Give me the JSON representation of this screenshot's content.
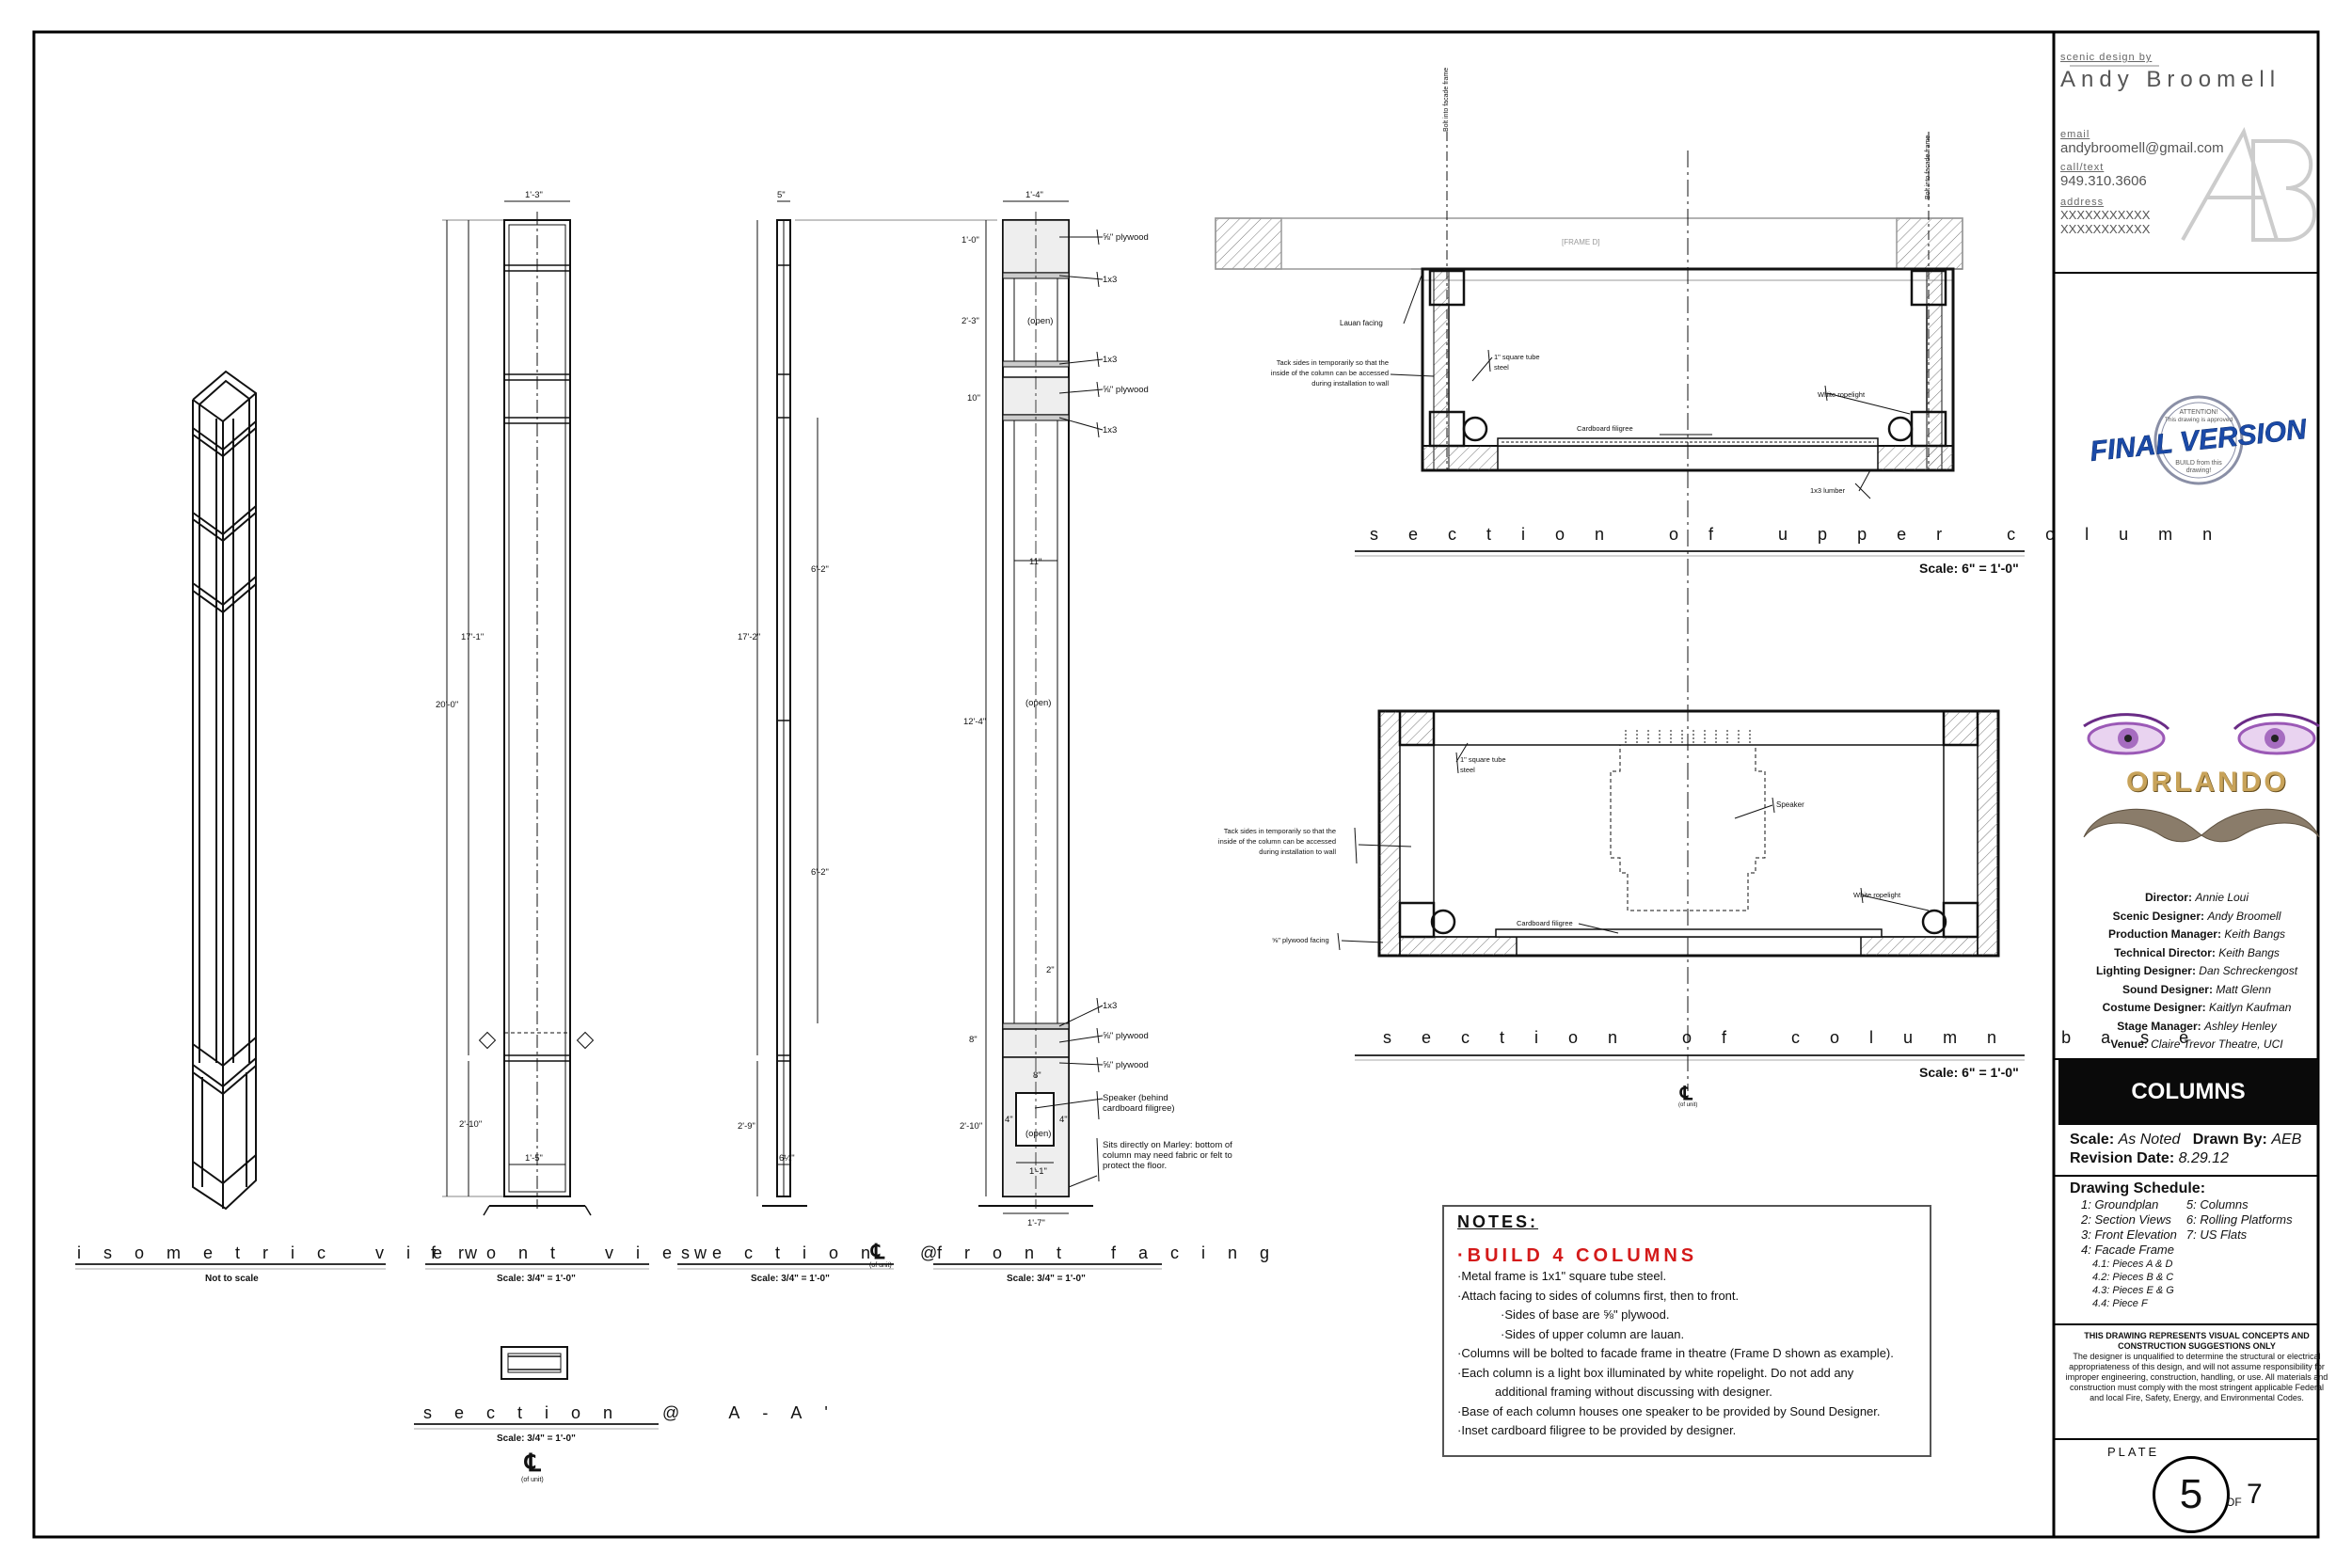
{
  "designer": {
    "credit_label": "scenic design by",
    "name": "Andy Broomell",
    "email_label": "email",
    "email": "andybroomell@gmail.com",
    "phone_label": "call/text",
    "phone": "949.310.3606",
    "address_label": "address",
    "address_line1": "XXXXXXXXXXX",
    "address_line2": "XXXXXXXXXXX",
    "monogram": "AB"
  },
  "stamp": {
    "top": "ATTENTION!",
    "line2": "This drawing is approved",
    "main": "FINAL VERSION",
    "bottom1": "BUILD from this",
    "bottom2": "drawing!"
  },
  "show_logo": "ORLANDO",
  "credits": [
    {
      "role": "Director:",
      "name": "Annie Loui"
    },
    {
      "role": "Scenic Designer:",
      "name": "Andy Broomell"
    },
    {
      "role": "Production Manager:",
      "name": "Keith Bangs"
    },
    {
      "role": "Technical Director:",
      "name": "Keith Bangs"
    },
    {
      "role": "Lighting Designer:",
      "name": "Dan Schreckengost"
    },
    {
      "role": "Sound Designer:",
      "name": "Matt Glenn"
    },
    {
      "role": "Costume Designer:",
      "name": "Kaitlyn Kaufman"
    },
    {
      "role": "Stage Manager:",
      "name": "Ashley Henley"
    },
    {
      "role": "Venue:",
      "name": "Claire Trevor Theatre, UCI"
    }
  ],
  "sheet_title": "COLUMNS",
  "scale_label": "Scale:",
  "scale_value": "As Noted",
  "drawn_label": "Drawn By:",
  "drawn_value": "AEB",
  "revision_label": "Revision Date:",
  "revision_value": "8.29.12",
  "schedule": {
    "heading": "Drawing Schedule:",
    "col1": [
      "1: Groundplan",
      "2: Section Views",
      "3: Front Elevation",
      "4: Facade Frame"
    ],
    "col1_sub": [
      "4.1: Pieces A & D",
      "4.2: Pieces B & C",
      "4.3: Pieces E & G",
      "4.4: Piece F"
    ],
    "col2": [
      "5: Columns",
      "6: Rolling Platforms",
      "7: US Flats"
    ]
  },
  "disclaimer": {
    "heading": "THIS DRAWING REPRESENTS VISUAL CONCEPTS AND CONSTRUCTION SUGGESTIONS ONLY",
    "body": "The designer is unqualified to determine the structural or electrical appropriateness of this design, and will not assume responsibility for improper engineering, construction, handling, or use. All materials and construction must comply with the most stringent applicable Federal and local Fire, Safety, Energy, and Environmental Codes."
  },
  "plate": {
    "label": "PLATE",
    "number": "5",
    "of": "OF",
    "total": "7"
  },
  "notes": {
    "heading": "NOTES:",
    "build": "·BUILD 4 COLUMNS",
    "lines": [
      {
        "text": "·Metal frame is 1x1\" square tube steel.",
        "indent": 0
      },
      {
        "text": "·Attach facing to sides of columns first, then to front.",
        "indent": 0
      },
      {
        "text": "·Sides of base are ⅝\" plywood.",
        "indent": 1
      },
      {
        "text": "·Sides of upper column are lauan.",
        "indent": 1
      },
      {
        "text": "·Columns will be bolted to facade frame in theatre (Frame D shown as example).",
        "indent": 0
      },
      {
        "text": "·Each column is a light box illuminated by white ropelight. Do not add any",
        "indent": 0
      },
      {
        "text": "additional framing without discussing with designer.",
        "indent": 2
      },
      {
        "text": "·Base of each column houses one speaker to be provided by Sound Designer.",
        "indent": 0
      },
      {
        "text": "·Inset cardboard filigree to be provided by designer.",
        "indent": 0
      }
    ]
  },
  "views": {
    "isometric": {
      "title": "isometric view",
      "scale": "Not to scale"
    },
    "front": {
      "title": "front view",
      "scale": "Scale: 3/4\" = 1'-0\""
    },
    "section_cl": {
      "title": "section @",
      "scale": "Scale: 3/4\" = 1'-0\"",
      "cl_note": "(of unit)"
    },
    "front_facing": {
      "title": "front facing",
      "scale": "Scale: 3/4\" = 1'-0\""
    },
    "section_aa": {
      "title": "section @ A-A'",
      "scale": "Scale: 3/4\" = 1'-0\"",
      "cl_note": "(of unit)"
    },
    "upper": {
      "title": "section of upper column",
      "scale": "Scale: 6\" = 1'-0\""
    },
    "base": {
      "title": "section of column base",
      "scale": "Scale: 6\" = 1'-0\"",
      "cl_note": "(of unit)"
    }
  },
  "dims": {
    "front_width": "1'-3\"",
    "front_overall": "20'-0\"",
    "front_upper": "17'-1\"",
    "front_base": "2'-10\"",
    "front_base_width": "1'-5\"",
    "sec_width": "5\"",
    "sec_upper": "17'-2\"",
    "sec_base": "2'-9\"",
    "sec_base_depth": "6¼\"",
    "ff_width": "1'-4\"",
    "ff_d1": "1'-0\"",
    "ff_d2": "2'-3\"",
    "ff_d3": "10\"",
    "ff_d4": "6'-2\"",
    "ff_d5": "12'-4\"",
    "ff_d6": "6'-2\"",
    "ff_d7": "2\"",
    "ff_d8": "8\"",
    "ff_d9": "2'-10\"",
    "ff_inner": "11\"",
    "ff_base_w": "1'-7\"",
    "ff_base_inner": "1'-1\"",
    "ff_sp_top": "8\"",
    "ff_sp_side1": "4\"",
    "ff_sp_side2": "4\""
  },
  "callouts": {
    "ff": [
      "⅝\" plywood",
      "1x3",
      "1x3",
      "⅝\" plywood",
      "1x3",
      "1x3",
      "⅝\" plywood",
      "⅝\" plywood"
    ],
    "ff_open": "(open)",
    "ff_speaker": "Speaker (behind cardboard filigree)",
    "ff_marley": "Sits directly on Marley: bottom of column may need fabric or felt to protect the floor.",
    "upper": {
      "bolt": "Bolt into facade frame",
      "frame": "[FRAME D]",
      "lauan": "Lauan facing",
      "tack": "Tack sides in temporarily so that the inside of the column can be accessed during installation to wall",
      "tube": "1\" square tube steel",
      "rope": "White ropelight",
      "filigree": "Cardboard filigree",
      "lumber": "1x3 lumber"
    },
    "base": {
      "tube": "1\" square tube steel",
      "tack": "Tack sides in temporarily so that the inside of the column can be accessed during installation to wall",
      "speaker": "Speaker",
      "rope": "White ropelight",
      "filigree": "Cardboard filigree",
      "ply": "⅝\" plywood facing"
    }
  }
}
